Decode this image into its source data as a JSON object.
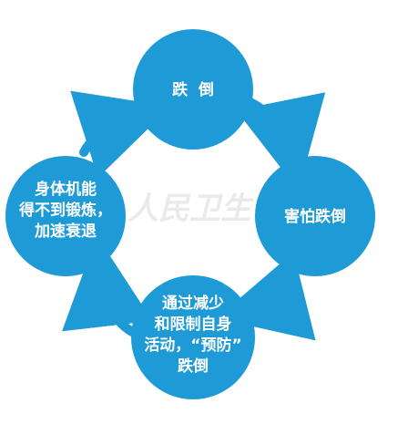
{
  "colors": {
    "node_fill": "#1e9ad6",
    "arrow_fill": "#1e9ad6",
    "text": "#ffffff",
    "watermark": "#d9d9d9"
  },
  "nodes": [
    {
      "id": "fall",
      "lines": [
        "跌  倒"
      ]
    },
    {
      "id": "fear-of-falling",
      "lines": [
        "害怕跌倒"
      ]
    },
    {
      "id": "reduce-activity",
      "lines": [
        "通过减少",
        "和限制自身",
        "活动，“预防”",
        "跌倒"
      ]
    },
    {
      "id": "decline",
      "lines": [
        "身体机能",
        "得不到锻炼，",
        "加速衰退"
      ]
    }
  ],
  "watermark": {
    "text": "人民卫生出版社"
  }
}
